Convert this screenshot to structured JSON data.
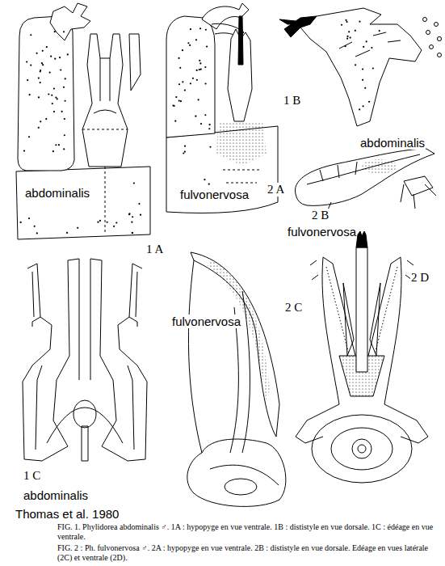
{
  "diagram": {
    "caption": "FIG. 1. Phylidorea abdominalis ♂. 1A : hypopyge en vue ventrale. 1B : dististyle en vue dorsale. 1C : édéage en vue ventrale.",
    "labels": [
      "1 A",
      "abdominalis",
      "2 A",
      "fulvonervosa",
      "1 B",
      "abdominalis",
      "2 B",
      "fulvonervosa",
      "2 C",
      "fulvonervosa",
      "2 D",
      "1 C",
      "abdominalis",
      "Thomas et al. 1980",
      "FIG. 2 : Ph. fulvonervosa ♂. 2A : hypopyge en vue ventrale. 2B : dististyle en vue dorsale. Edéage en vues latérale (2C) et ventrale (2D)."
    ]
  }
}
